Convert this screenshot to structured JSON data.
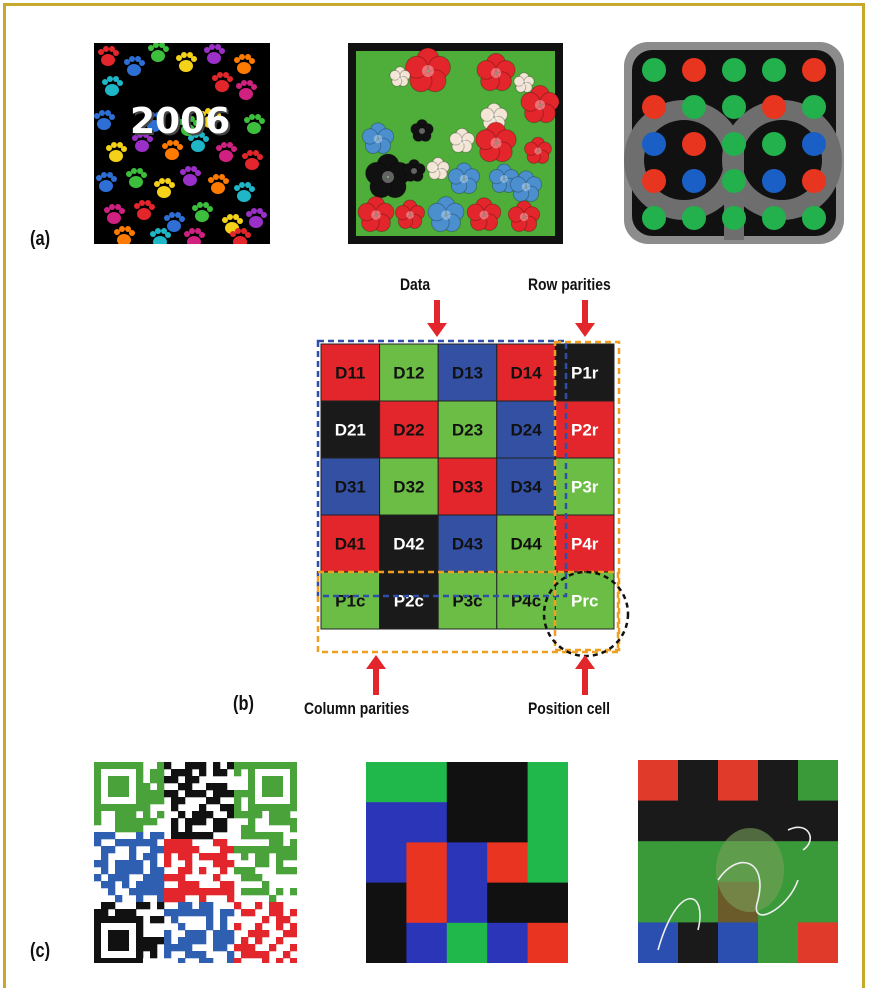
{
  "panels": {
    "a": "(a)",
    "b": "(b)",
    "c": "(c)"
  },
  "paw_image": {
    "year_text": "2006"
  },
  "grid": {
    "rows": [
      [
        {
          "t": "D11",
          "c": "red"
        },
        {
          "t": "D12",
          "c": "green"
        },
        {
          "t": "D13",
          "c": "blue"
        },
        {
          "t": "D14",
          "c": "red"
        },
        {
          "t": "P1r",
          "c": "black"
        }
      ],
      [
        {
          "t": "D21",
          "c": "black"
        },
        {
          "t": "D22",
          "c": "red"
        },
        {
          "t": "D23",
          "c": "green"
        },
        {
          "t": "D24",
          "c": "blue"
        },
        {
          "t": "P2r",
          "c": "red"
        }
      ],
      [
        {
          "t": "D31",
          "c": "blue"
        },
        {
          "t": "D32",
          "c": "green"
        },
        {
          "t": "D33",
          "c": "red"
        },
        {
          "t": "D34",
          "c": "blue"
        },
        {
          "t": "P3r",
          "c": "green"
        }
      ],
      [
        {
          "t": "D41",
          "c": "red"
        },
        {
          "t": "D42",
          "c": "black"
        },
        {
          "t": "D43",
          "c": "blue"
        },
        {
          "t": "D44",
          "c": "green"
        },
        {
          "t": "P4r",
          "c": "red"
        }
      ],
      [
        {
          "t": "P1c",
          "c": "green"
        },
        {
          "t": "P2c",
          "c": "black"
        },
        {
          "t": "P3c",
          "c": "green"
        },
        {
          "t": "P4c",
          "c": "green"
        },
        {
          "t": "Prc",
          "c": "green"
        }
      ]
    ]
  },
  "annotations": {
    "data": "Data",
    "row_parities": "Row parities",
    "column_parities": "Column parities",
    "position_cell": "Position cell"
  },
  "colors": {
    "red": "#e3262b",
    "green": "#6cbd45",
    "blue": "#3350a3",
    "black": "#1a1a1a",
    "frame": "#c8a82a",
    "arrow": "#e3262b",
    "dash_blue": "#2f4ea8",
    "dash_orange": "#f0a020"
  }
}
